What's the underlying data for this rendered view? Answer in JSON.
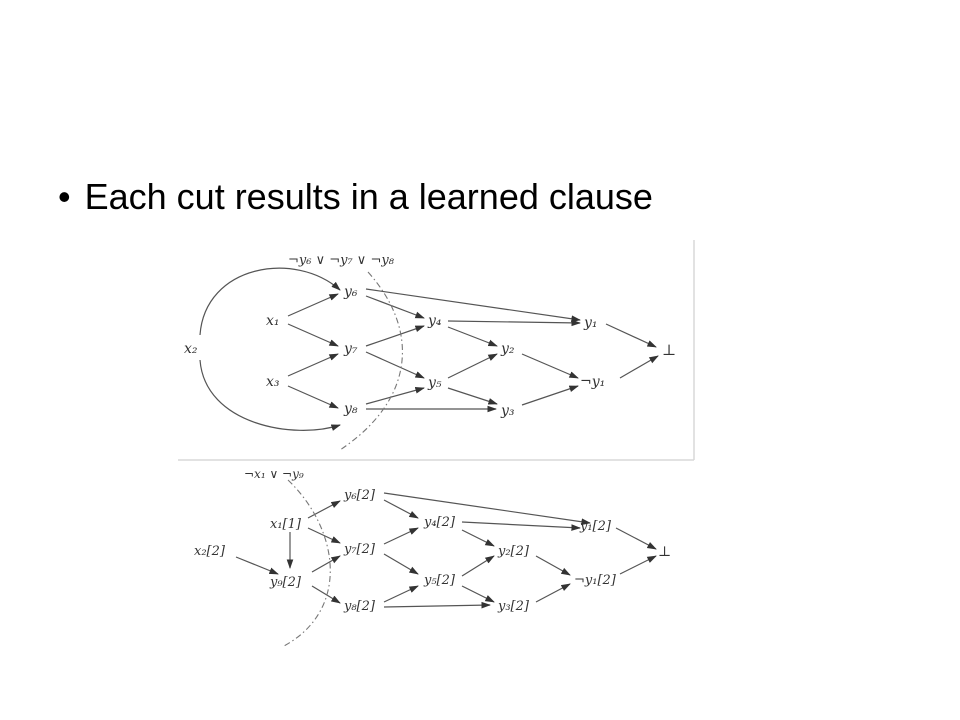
{
  "slide": {
    "bullet_marker": "•",
    "bullet_text": "Each cut results in a learned clause"
  },
  "diagram_top": {
    "clause": "¬y₆ ∨ ¬y₇ ∨ ¬y₈",
    "nodes": {
      "x2": "x₂",
      "x1": "x₁",
      "x3": "x₃",
      "y6": "y₆",
      "y7": "y₇",
      "y8": "y₈",
      "y4": "y₄",
      "y5": "y₅",
      "y2": "y₂",
      "y3": "y₃",
      "y1": "y₁",
      "ny1": "¬y₁",
      "bot": "⊥"
    }
  },
  "diagram_bottom": {
    "clause": "¬x₁ ∨ ¬y₉",
    "nodes": {
      "x2": "x₂[2]",
      "x1": "x₁[1]",
      "y9": "y₉[2]",
      "y6": "y₆[2]",
      "y7": "y₇[2]",
      "y8": "y₈[2]",
      "y4": "y₄[2]",
      "y5": "y₅[2]",
      "y2": "y₂[2]",
      "y3": "y₃[2]",
      "y1": "y₁[2]",
      "ny1": "¬y₁[2]",
      "bot": "⊥"
    }
  }
}
